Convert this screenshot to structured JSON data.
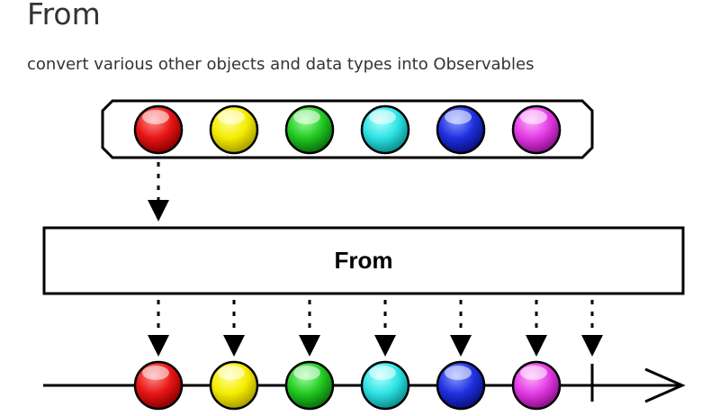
{
  "page": {
    "title": "From",
    "subtitle": "convert various other objects and data types into Observables"
  },
  "diagram": {
    "operator_label": "From",
    "items": [
      {
        "color_name": "red",
        "light": "#ff8f8f",
        "base": "#e81414",
        "dark": "#8a0000"
      },
      {
        "color_name": "yellow",
        "light": "#ffff9e",
        "base": "#f5ec00",
        "dark": "#a89e00"
      },
      {
        "color_name": "green",
        "light": "#9dff9d",
        "base": "#22c922",
        "dark": "#0a6e0a"
      },
      {
        "color_name": "cyan",
        "light": "#b4ffff",
        "base": "#2ee3e3",
        "dark": "#0a8d8d"
      },
      {
        "color_name": "blue",
        "light": "#8a9cff",
        "base": "#1f30e0",
        "dark": "#0a1080"
      },
      {
        "color_name": "magenta",
        "light": "#ffb0ff",
        "base": "#e23be2",
        "dark": "#8a108a"
      }
    ],
    "output_ends_with_completion": true
  }
}
